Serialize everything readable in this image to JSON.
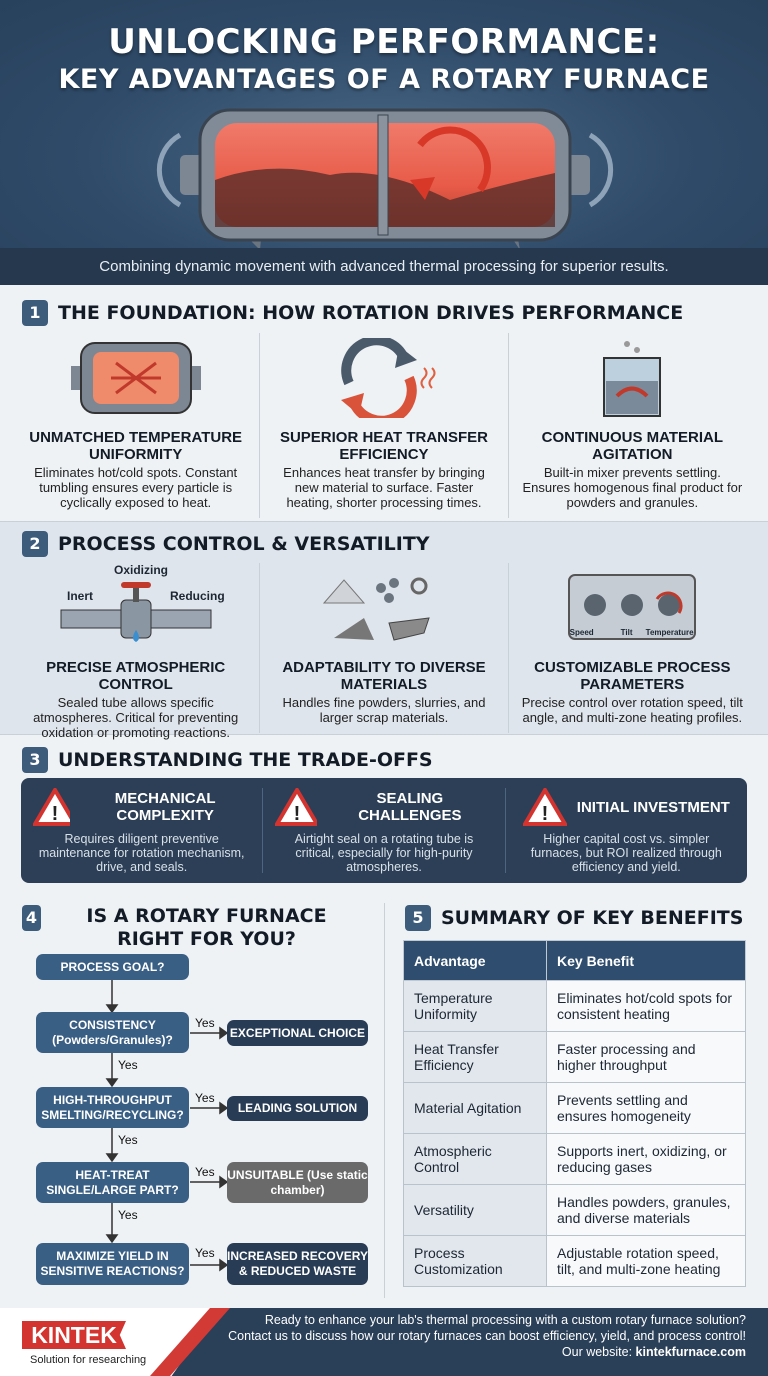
{
  "header": {
    "title_line1": "UNLOCKING PERFORMANCE:",
    "title_line2": "KEY ADVANTAGES OF A ROTARY FURNACE",
    "subtitle": "Combining dynamic movement with advanced thermal processing for superior results."
  },
  "section1": {
    "number": "1",
    "title": "THE FOUNDATION: HOW ROTATION DRIVES PERFORMANCE",
    "items": [
      {
        "icon": "heated-chamber-icon",
        "title": "UNMATCHED TEMPERATURE UNIFORMITY",
        "text": "Eliminates hot/cold spots. Constant tumbling ensures every particle is cyclically exposed to heat."
      },
      {
        "icon": "rotation-arrows-icon",
        "title": "SUPERIOR HEAT TRANSFER EFFICIENCY",
        "text": "Enhances heat transfer by bringing new material to surface. Faster heating, shorter processing times."
      },
      {
        "icon": "beaker-mixing-icon",
        "title": "CONTINUOUS MATERIAL AGITATION",
        "text": "Built-in mixer prevents settling. Ensures homogenous final product for powders and granules."
      }
    ]
  },
  "section2": {
    "number": "2",
    "title": "PROCESS CONTROL & VERSATILITY",
    "valve_labels": {
      "top": "Oxidizing",
      "left": "Inert",
      "right": "Reducing"
    },
    "dial_labels": [
      "Speed",
      "Tilt",
      "Temperature"
    ],
    "items": [
      {
        "icon": "gas-valve-icon",
        "title": "PRECISE ATMOSPHERIC CONTROL",
        "text": "Sealed tube allows specific atmospheres. Critical for preventing oxidation or promoting reactions."
      },
      {
        "icon": "materials-icon",
        "title": "ADAPTABILITY TO DIVERSE MATERIALS",
        "text": "Handles fine powders, slurries, and larger scrap materials."
      },
      {
        "icon": "control-panel-icon",
        "title": "CUSTOMIZABLE PROCESS PARAMETERS",
        "text": "Precise control over rotation speed, tilt angle, and multi-zone heating profiles."
      }
    ]
  },
  "section3": {
    "number": "3",
    "title": "UNDERSTANDING THE TRADE-OFFS",
    "items": [
      {
        "title": "MECHANICAL COMPLEXITY",
        "text": "Requires diligent preventive maintenance for rotation mechanism, drive, and seals."
      },
      {
        "title": "SEALING CHALLENGES",
        "text": "Airtight seal on a rotating tube is critical, especially for high-purity atmospheres."
      },
      {
        "title": "INITIAL INVESTMENT",
        "text": "Higher capital cost vs. simpler furnaces, but ROI realized through efficiency and yield."
      }
    ]
  },
  "section4": {
    "number": "4",
    "title": "IS A ROTARY FURNACE RIGHT FOR YOU?",
    "start": "PROCESS GOAL?",
    "yes": "Yes",
    "questions": [
      "CONSISTENCY (Powders/Granules)?",
      "HIGH-THROUGHPUT SMELTING/RECYCLING?",
      "HEAT-TREAT SINGLE/LARGE PART?",
      "MAXIMIZE YIELD IN SENSITIVE REACTIONS?"
    ],
    "outcomes": [
      "EXCEPTIONAL CHOICE",
      "LEADING SOLUTION",
      "UNSUITABLE (Use static chamber)",
      "INCREASED RECOVERY & REDUCED WASTE"
    ]
  },
  "section5": {
    "number": "5",
    "title": "SUMMARY OF KEY BENEFITS",
    "headers": [
      "Advantage",
      "Key Benefit"
    ],
    "rows": [
      [
        "Temperature Uniformity",
        "Eliminates hot/cold spots for consistent heating"
      ],
      [
        "Heat Transfer Efficiency",
        "Faster processing and higher throughput"
      ],
      [
        "Material Agitation",
        "Prevents settling and ensures homogeneity"
      ],
      [
        "Atmospheric Control",
        "Supports inert, oxidizing, or reducing gases"
      ],
      [
        "Versatility",
        "Handles powders, granules, and diverse materials"
      ],
      [
        "Process Customization",
        "Adjustable rotation speed, tilt, and multi-zone heating"
      ]
    ]
  },
  "footer": {
    "logo": "KINTEK",
    "tagline": "Solution for researching",
    "line1": "Ready to enhance your lab's thermal processing with a custom rotary furnace solution?",
    "line2": "Contact us to discuss how our rotary furnaces can boost efficiency, yield, and process control!",
    "website_label": "Our website: ",
    "website": "kintekfurnace.com"
  },
  "colors": {
    "header_bg": "#2f4b69",
    "accent_red": "#d3342f",
    "box_blue": "#3a5f84",
    "box_dark": "#283c55"
  }
}
